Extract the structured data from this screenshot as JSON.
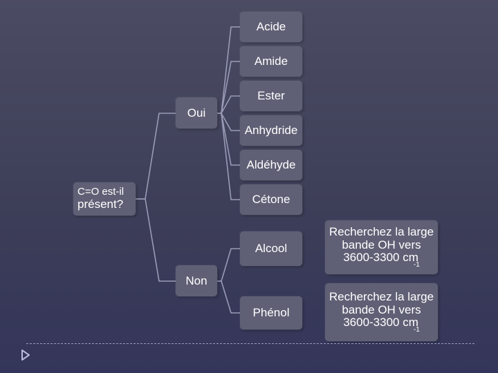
{
  "root": {
    "line1": "C=O est-il",
    "line2": "présent?"
  },
  "branches": {
    "yes": "Oui",
    "no": "Non"
  },
  "yes_children": [
    "Acide",
    "Amide",
    "Ester",
    "Anhydride",
    "Aldéhyde",
    "Cétone"
  ],
  "no_children": [
    "Alcool",
    "Phénol"
  ],
  "notes": [
    {
      "text": "Recherchez la large bande OH vers 3600-3300 cm",
      "sup": "-1"
    },
    {
      "text": "Recherchez la large bande OH vers 3600-3300 cm",
      "sup": "-1"
    }
  ],
  "colors": {
    "node": "#5f6075",
    "connector": "#9a9bb6",
    "divider": "#9a9cc4"
  },
  "icons": {
    "bullet": "triangle-right-icon"
  }
}
